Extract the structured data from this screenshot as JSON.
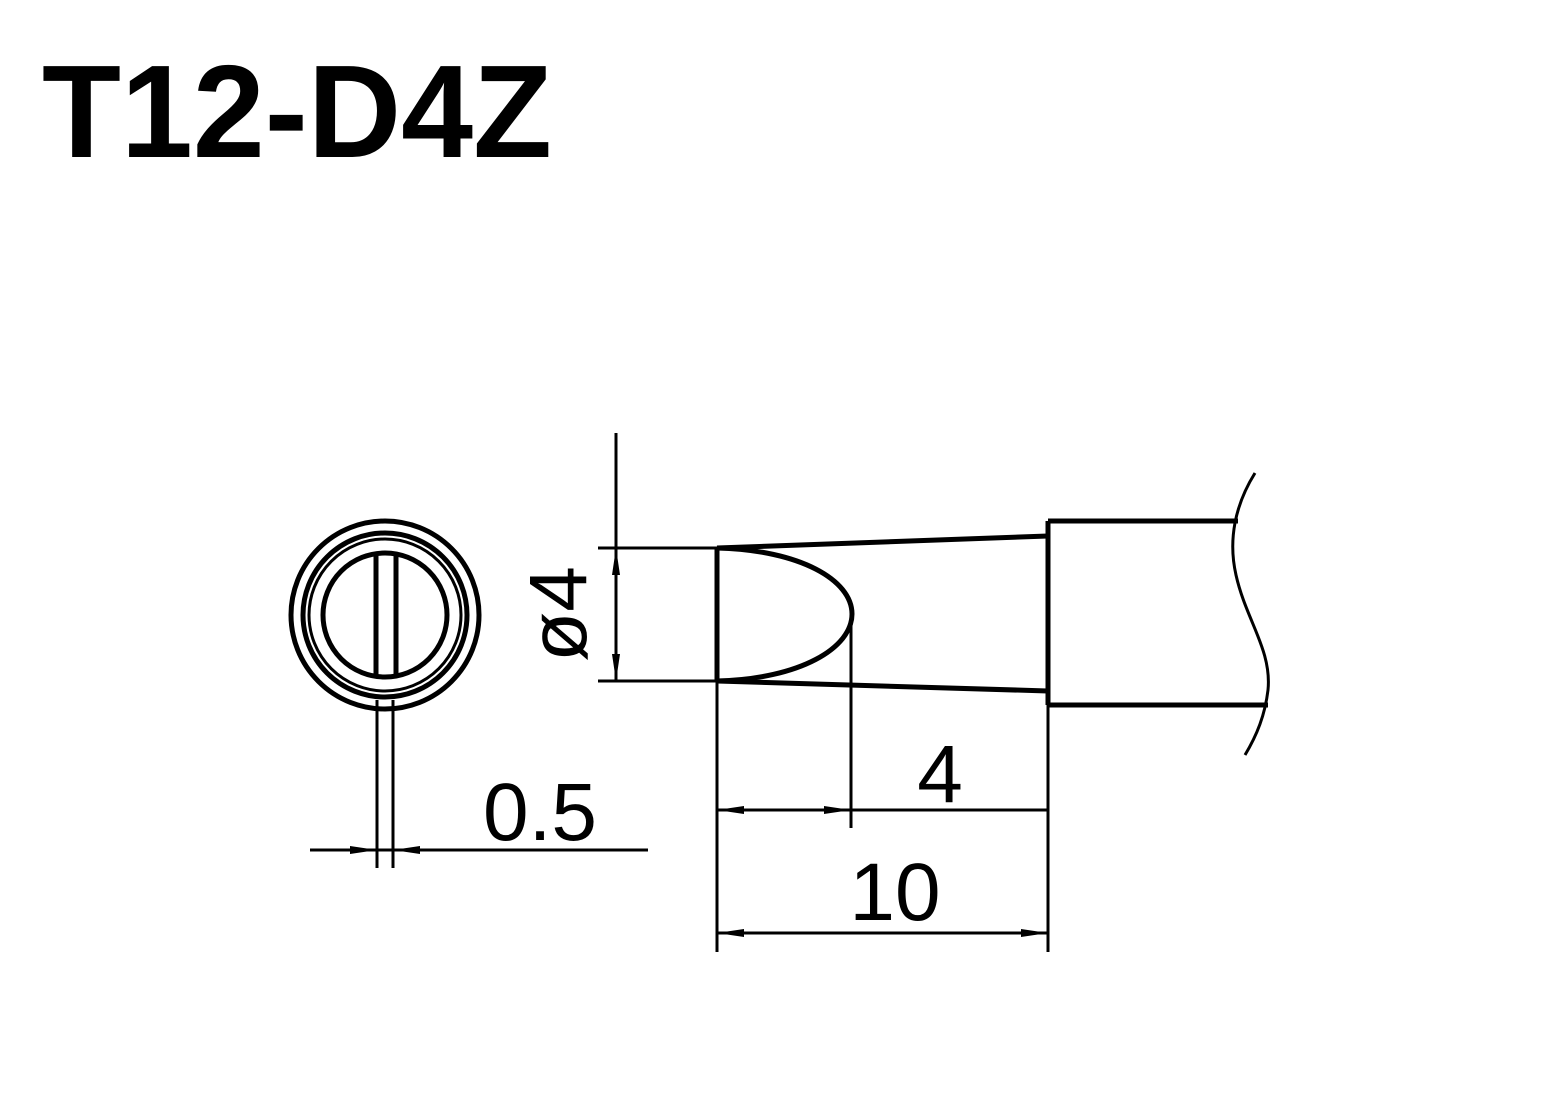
{
  "title": "T12-D4Z",
  "dimensions": {
    "diameter": "ø4",
    "slot_width": "0.5",
    "tip_length": "4",
    "total_length": "10"
  },
  "colors": {
    "ink": "#000000",
    "background": "#ffffff"
  }
}
